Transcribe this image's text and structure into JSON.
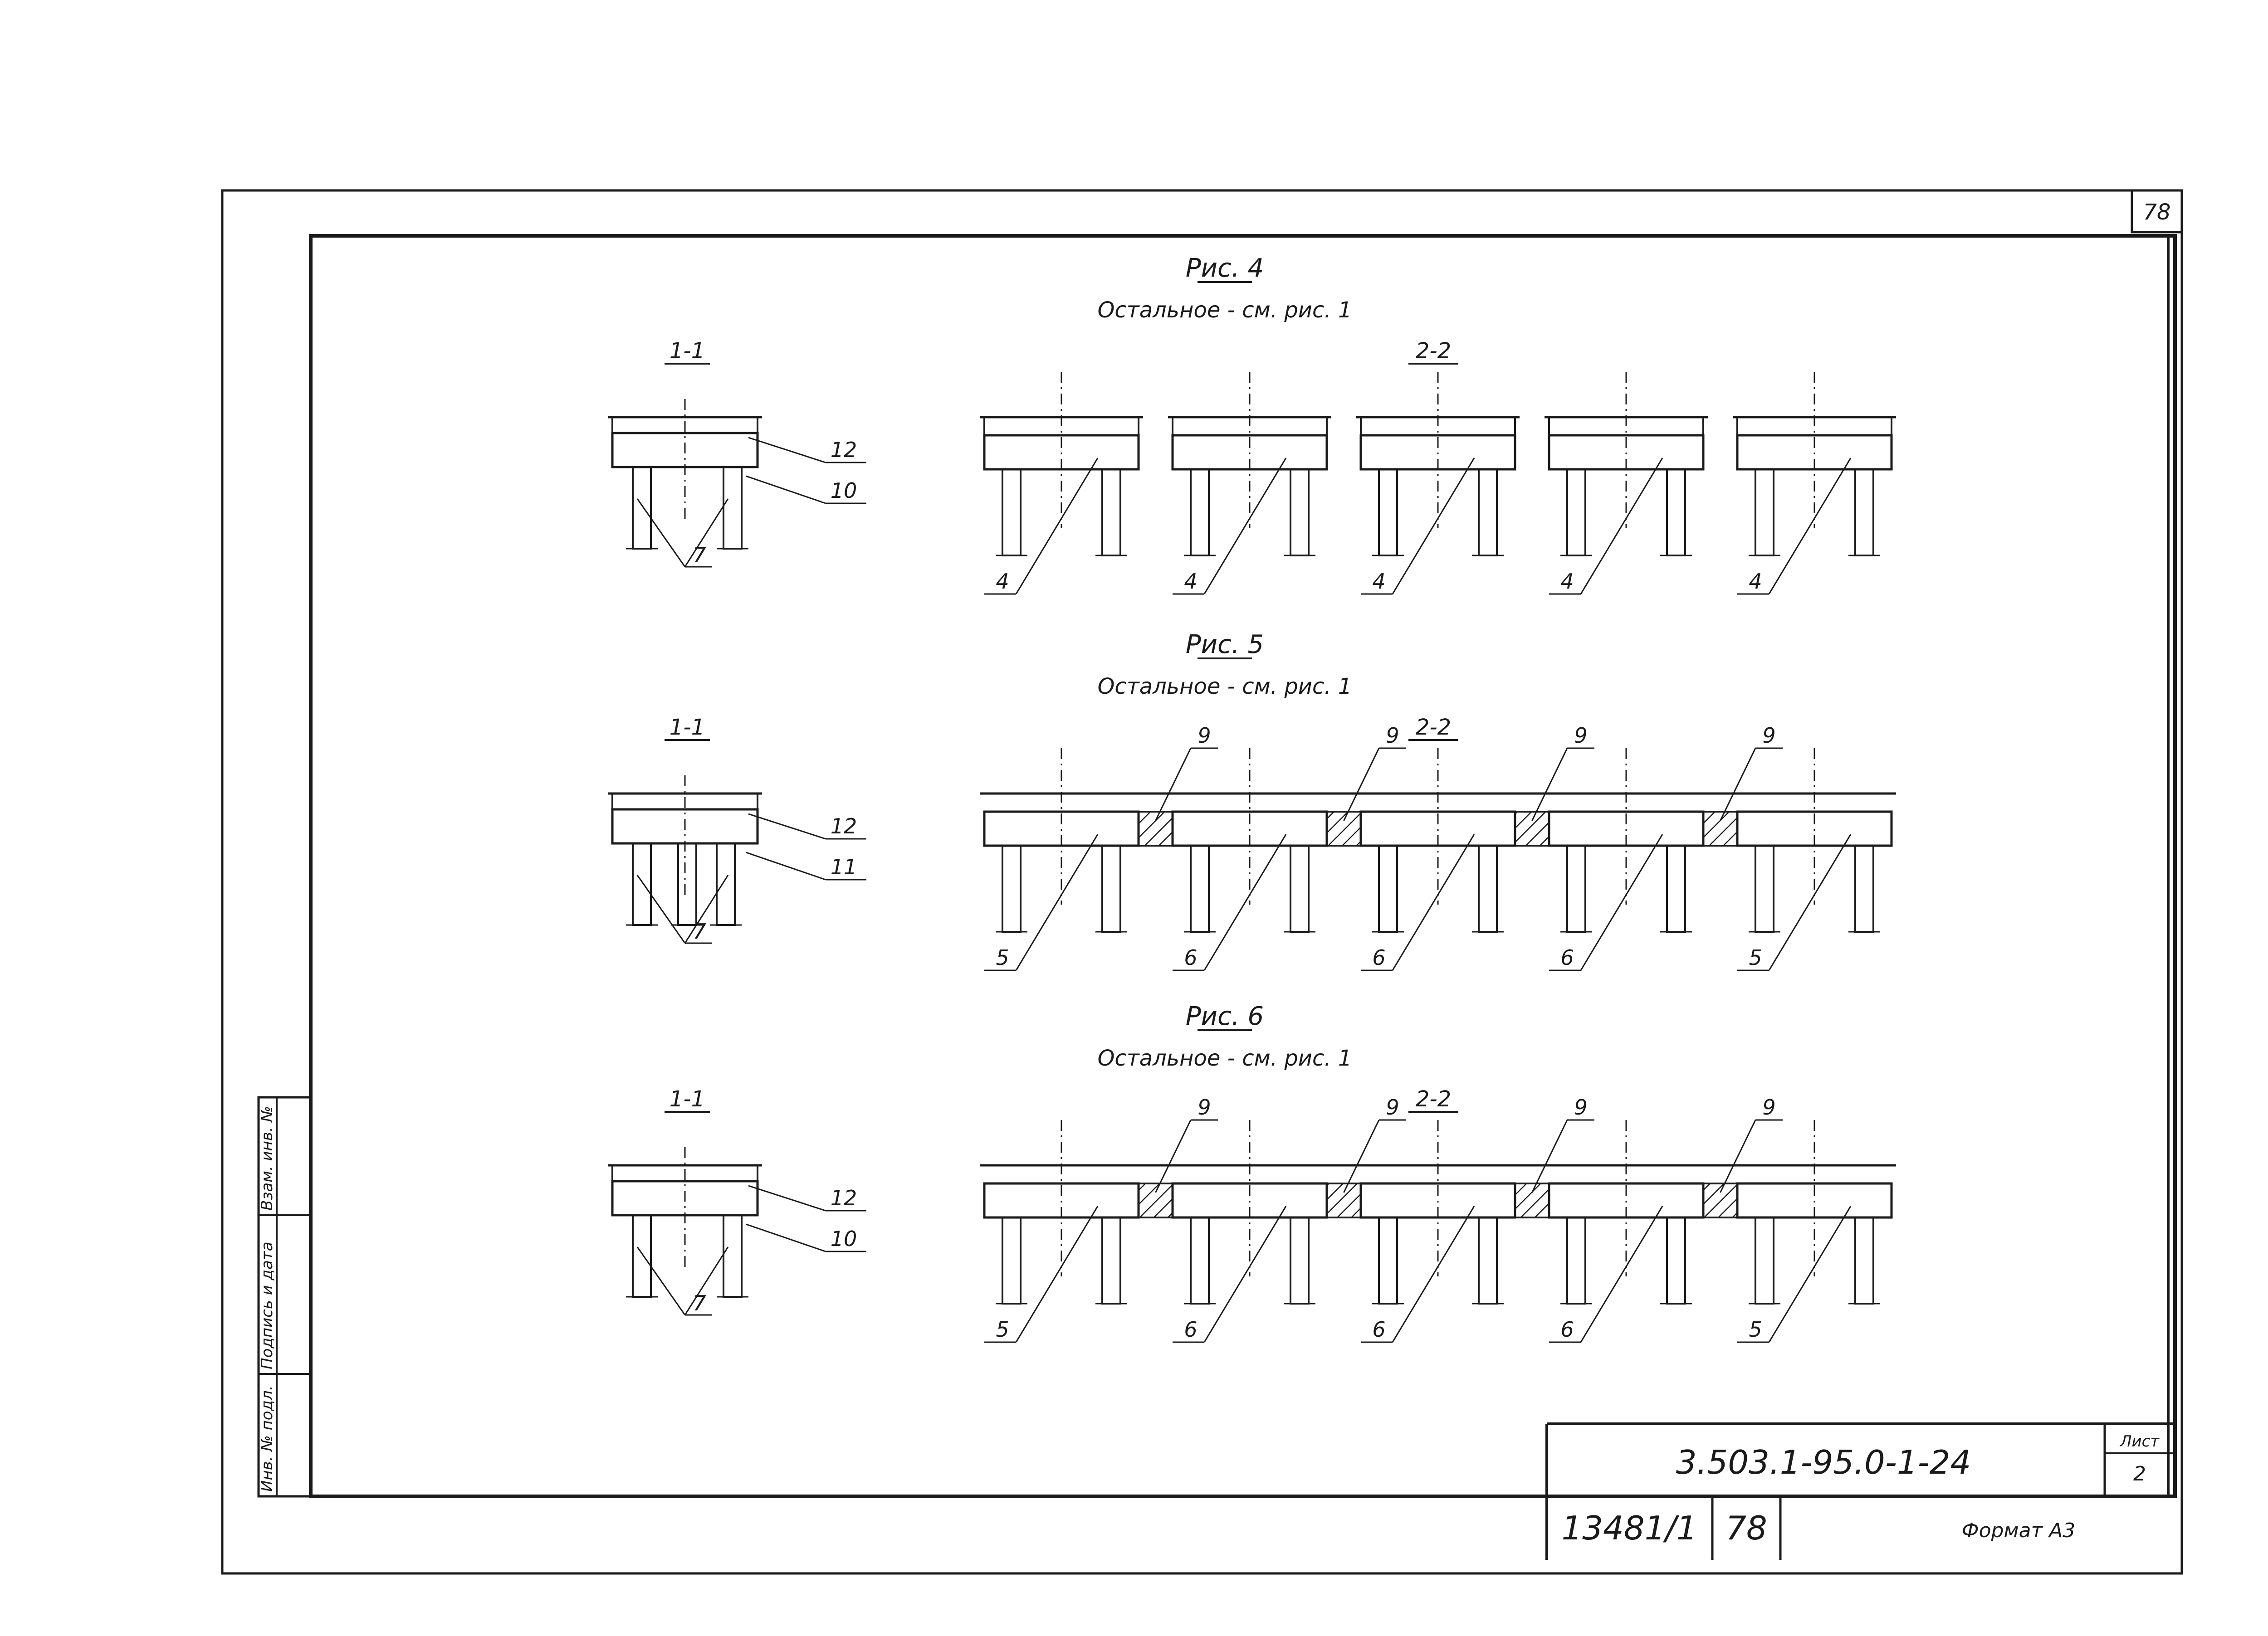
{
  "sheet": {
    "corner_number": "78",
    "document_code": "3.503.1-95.0-1-24",
    "sheet_label": "Лист",
    "sheet_number": "2",
    "inventory_number": "13481/1",
    "inventory_sheet": "78",
    "format_label": "Формат А3"
  },
  "side_stamp": {
    "col1": "Инв. № подл.",
    "col2": "Подпись и дата",
    "col3": "Взам. инв. №"
  },
  "figures": [
    {
      "title": "Рис. 4",
      "subtitle": "Остальное - см. рис. 1",
      "section_left": "1-1",
      "section_right": "2-2",
      "left_labels": {
        "top": "12",
        "mid": "10",
        "bottom": "7"
      },
      "bottom_labels": [
        "4",
        "4",
        "4",
        "4",
        "4"
      ],
      "joint_labels": []
    },
    {
      "title": "Рис. 5",
      "subtitle": "Остальное - см. рис. 1",
      "section_left": "1-1",
      "section_right": "2-2",
      "left_labels": {
        "top": "12",
        "mid": "11",
        "bottom": "7"
      },
      "bottom_labels": [
        "5",
        "6",
        "6",
        "6",
        "5"
      ],
      "joint_labels": [
        "9",
        "9",
        "9",
        "9"
      ]
    },
    {
      "title": "Рис. 6",
      "subtitle": "Остальное - см. рис. 1",
      "section_left": "1-1",
      "section_right": "2-2",
      "left_labels": {
        "top": "12",
        "mid": "10",
        "bottom": "7"
      },
      "bottom_labels": [
        "5",
        "6",
        "6",
        "6",
        "5"
      ],
      "joint_labels": [
        "9",
        "9",
        "9",
        "9"
      ]
    }
  ]
}
